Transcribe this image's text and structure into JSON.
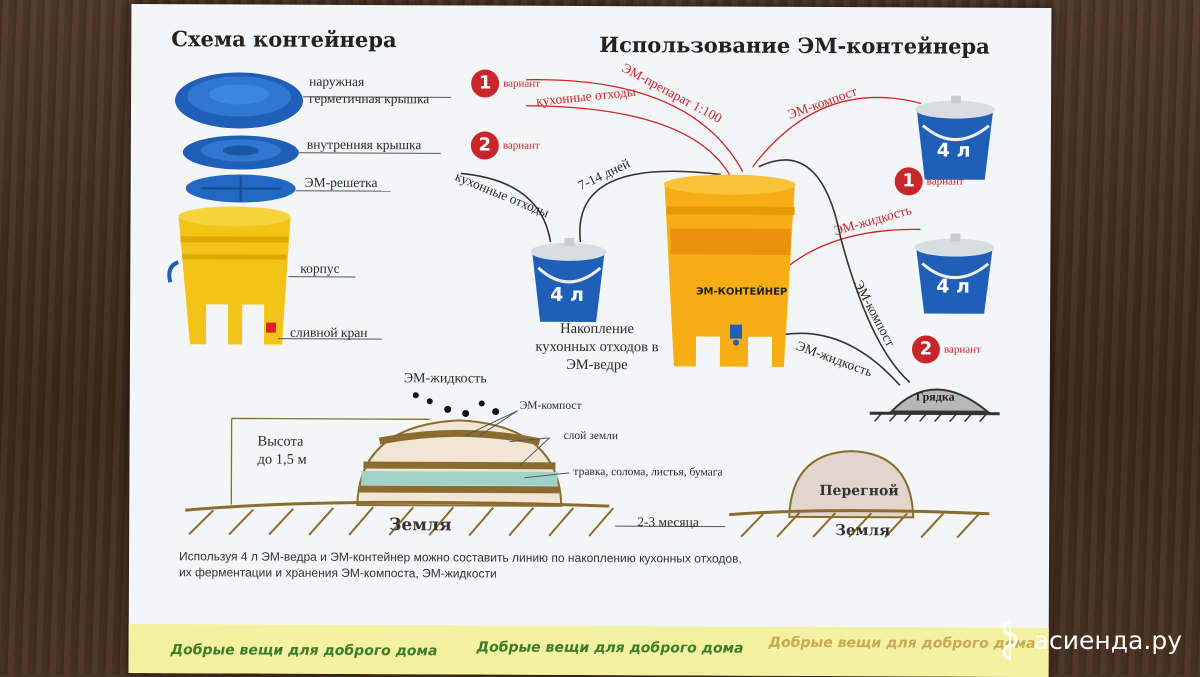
{
  "titles": {
    "left": "Схема контейнера",
    "right": "Использование ЭМ-контейнера"
  },
  "scheme_parts": {
    "outer_lid": "наружная\nгерметичная крышка",
    "inner_lid": "внутренняя крышка",
    "grate": "ЭМ-решетка",
    "body": "корпус",
    "tap": "сливной кран"
  },
  "usage": {
    "variant_label": "вариант",
    "variant_1": "1",
    "variant_2": "2",
    "kitchen_waste_red": "кухонные отходы",
    "kitchen_waste_black": "кухонные отходы",
    "em_preparation": "ЭМ-препарат 1:100",
    "days": "7-14 дней",
    "em_compost_red": "ЭМ-компост",
    "em_compost_black": "ЭМ-компост",
    "em_liquid_red": "ЭМ-жидкость",
    "em_liquid_black": "ЭМ-жидкость",
    "bucket_volume": "4 л",
    "container_label": "ЭМ-КОНТЕЙНЕР",
    "accumulation": "Накопление\nкухонных отходов в ЭМ-ведре",
    "bed": "Грядка"
  },
  "compost_pile": {
    "em_liquid": "ЭМ-жидкость",
    "em_compost": "ЭМ-компост",
    "soil_layer": "слой земли",
    "grass_layer": "травка, солома, листья, бумага",
    "height": "Высота\nдо 1,5 м",
    "ground": "Земля",
    "duration": "2-3 месяца",
    "humus": "Перегной",
    "ground_2": "Земля"
  },
  "caption": "Используя 4 л ЭМ-ведра и ЭМ-контейнер можно составить линию по накоплению кухонных отходов,\nих ферментации и хранения ЭМ-компоста, ЭМ-жидкости",
  "footer": {
    "slogan_1": "Добрые вещи для доброго дома",
    "slogan_2": "Добрые вещи для доброго дома",
    "slogan_3": "Добрые вещи для доброго дома"
  },
  "watermark": "асиенда.ру",
  "colors": {
    "lid_blue": "#1f5fb8",
    "container_yellow": "#f5b800",
    "accent_red": "#c8262a",
    "slogan_green": "#3c7d2a"
  }
}
